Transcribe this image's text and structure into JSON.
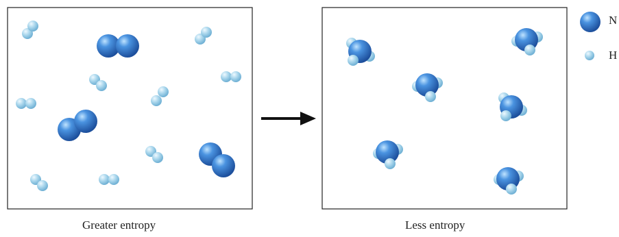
{
  "panels": {
    "before": {
      "caption": "Greater entropy"
    },
    "after": {
      "caption": "Less entropy"
    }
  },
  "legend": [
    {
      "symbol": "N",
      "color": "#2a6fc4",
      "icon": "nitrogen-atom-icon"
    },
    {
      "symbol": "H",
      "color": "#a9d6ec",
      "icon": "hydrogen-atom-icon"
    }
  ],
  "colors": {
    "nitrogen": "#2a6fc4",
    "hydrogen": "#a9d6ec",
    "arrow": "#111111",
    "frame": "#222222"
  },
  "counts": {
    "before_N2": 3,
    "before_H2": 9,
    "after_NH3": 6
  }
}
